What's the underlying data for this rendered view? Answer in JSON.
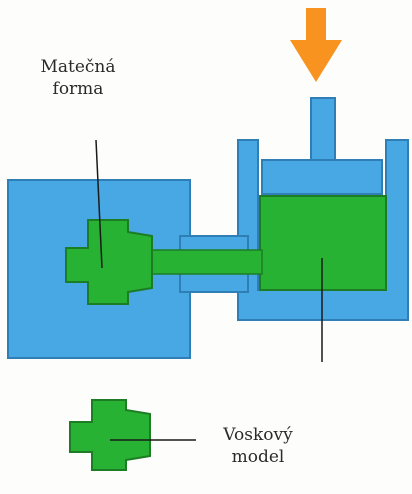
{
  "labels": {
    "master_mold": {
      "line1": "Matečná",
      "line2": "forma"
    },
    "wax_model": {
      "line1": "Voskový",
      "line2": "model"
    }
  },
  "colors": {
    "mold_blue": "#48a8e4",
    "mold_outline": "#2f7fb6",
    "wax_green": "#27b233",
    "wax_outline": "#1c7d25",
    "arrow_orange": "#f7931e",
    "leader_line": "#1a1a1a",
    "background": "#fdfdfb"
  },
  "icons": {
    "pressure_arrow": "arrow-down-icon"
  }
}
